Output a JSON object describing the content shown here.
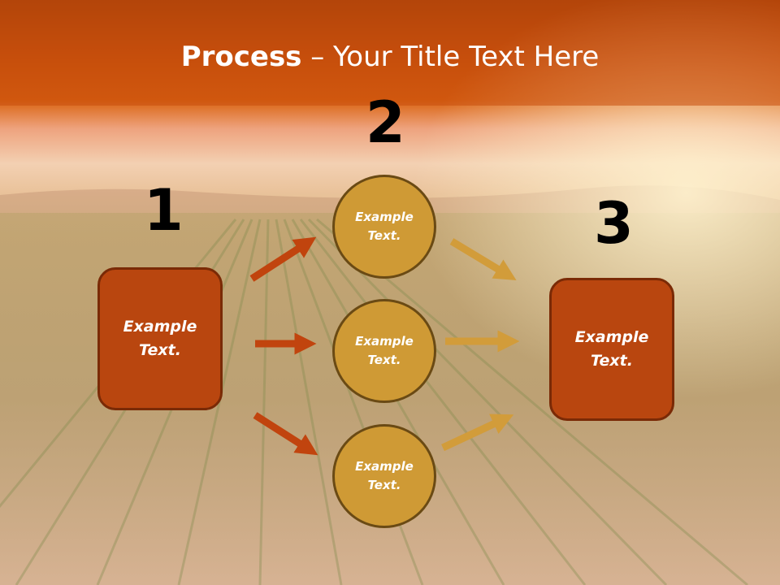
{
  "title": {
    "bold": "Process",
    "rest": " – Your Title Text Here"
  },
  "numbers": [
    "1",
    "2",
    "3"
  ],
  "left_box": {
    "text": "Example\nText."
  },
  "right_box": {
    "text": "Example\nText."
  },
  "circles": [
    {
      "text": "Example\nText."
    },
    {
      "text": "Example\nText."
    },
    {
      "text": "Example\nText."
    }
  ],
  "colors": {
    "header": "#c84e0e",
    "box_fill": "#b9460f",
    "circle_fill": "#cf9a35",
    "arrow_left": "#c1440e",
    "arrow_right": "#d29c3a"
  }
}
